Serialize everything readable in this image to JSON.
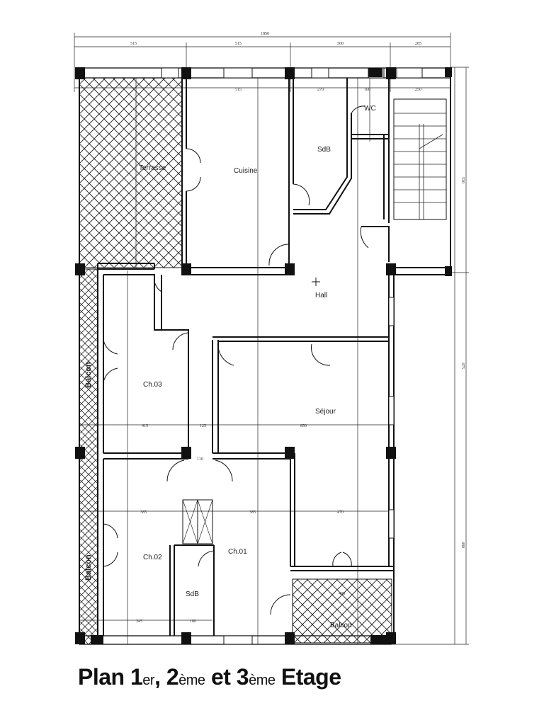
{
  "rooms": {
    "terrasse": "Terrasse",
    "cuisine": "Cuisine",
    "sdb_top": "SdB",
    "wc": "WC",
    "hall": "Hall",
    "ch03": "Ch.03",
    "sejour": "Séjour",
    "ch02": "Ch.02",
    "ch01": "Ch.01",
    "sdb_bottom": "SdB",
    "balcon_left_top": "Balcon",
    "balcon_left_bottom": "Balcon",
    "balcon_bottom": "Balcon"
  },
  "dimensions": {
    "total_top": "1850",
    "top_1": "515",
    "top_2": "515",
    "top_3": "500",
    "top_4": "285",
    "inner_1": "515",
    "inner_2": "270",
    "inner_3": "100",
    "inner_4": "250",
    "row_415": "415",
    "row_125": "125",
    "row_850": "850",
    "row_385a": "385",
    "row_385b": "385",
    "row_470": "470",
    "row_345": "345",
    "row_180": "180",
    "row_110": "110",
    "row_400": "400",
    "right_530": "530",
    "right_475": "475",
    "right_480": "480"
  },
  "title": {
    "p1": "Plan 1",
    "s1": "er",
    "p2": ", 2",
    "s2": "ème",
    "p3": " et 3",
    "s3": "ème",
    "p4": " Etage"
  }
}
